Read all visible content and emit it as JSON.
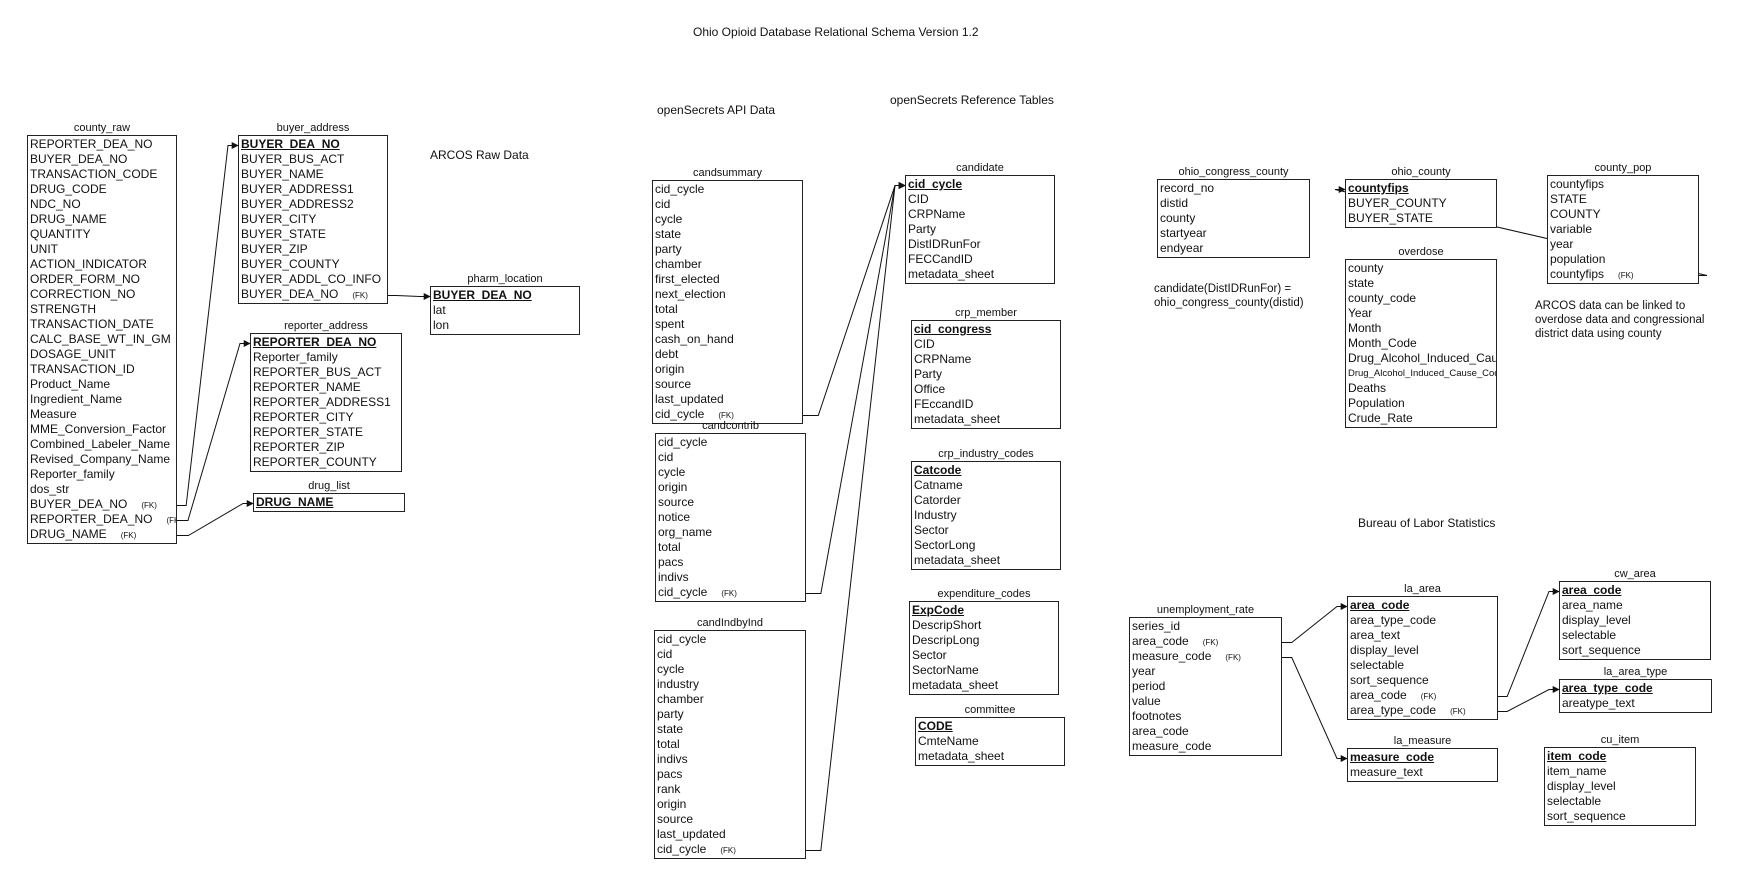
{
  "title": "Ohio Opioid Database Relational Schema Version 1.2",
  "labels": {
    "openSecrets_api": "openSecrets API Data",
    "openSecrets_ref": "openSecrets Reference Tables",
    "arcos_raw": "ARCOS Raw Data",
    "bls": "Bureau of Labor Statistics",
    "candidate_rule": [
      "candidate(DistIDRunFor) =",
      "ohio_congress_county(distid)"
    ],
    "arcos_note": [
      "ARCOS data can be linked to",
      "overdose data and congressional",
      "district data using county"
    ]
  },
  "tables": [
    {
      "name": "county_raw",
      "rows": [
        {
          "n": "REPORTER_DEA_NO"
        },
        {
          "n": "BUYER_DEA_NO"
        },
        {
          "n": "TRANSACTION_CODE"
        },
        {
          "n": "DRUG_CODE"
        },
        {
          "n": "NDC_NO"
        },
        {
          "n": "DRUG_NAME"
        },
        {
          "n": "QUANTITY"
        },
        {
          "n": "UNIT"
        },
        {
          "n": "ACTION_INDICATOR"
        },
        {
          "n": "ORDER_FORM_NO"
        },
        {
          "n": "CORRECTION_NO"
        },
        {
          "n": "STRENGTH"
        },
        {
          "n": "TRANSACTION_DATE"
        },
        {
          "n": "CALC_BASE_WT_IN_GM"
        },
        {
          "n": "DOSAGE_UNIT"
        },
        {
          "n": "TRANSACTION_ID"
        },
        {
          "n": "Product_Name"
        },
        {
          "n": "Ingredient_Name"
        },
        {
          "n": "Measure"
        },
        {
          "n": "MME_Conversion_Factor"
        },
        {
          "n": "Combined_Labeler_Name"
        },
        {
          "n": "Revised_Company_Name"
        },
        {
          "n": "Reporter_family"
        },
        {
          "n": "dos_str"
        },
        {
          "n": "BUYER_DEA_NO",
          "fk": "(FK)"
        },
        {
          "n": "REPORTER_DEA_NO",
          "fk": "(FK)"
        },
        {
          "n": "DRUG_NAME",
          "fk": "(FK)"
        }
      ]
    },
    {
      "name": "buyer_address",
      "rows": [
        {
          "n": "BUYER_DEA_NO",
          "pk": true
        },
        {
          "n": "BUYER_BUS_ACT"
        },
        {
          "n": "BUYER_NAME"
        },
        {
          "n": "BUYER_ADDRESS1"
        },
        {
          "n": "BUYER_ADDRESS2"
        },
        {
          "n": "BUYER_CITY"
        },
        {
          "n": "BUYER_STATE"
        },
        {
          "n": "BUYER_ZIP"
        },
        {
          "n": "BUYER_COUNTY"
        },
        {
          "n": "BUYER_ADDL_CO_INFO"
        },
        {
          "n": "BUYER_DEA_NO",
          "fk": "(FK)"
        }
      ]
    },
    {
      "name": "pharm_location",
      "rows": [
        {
          "n": "BUYER_DEA_NO",
          "pk": true
        },
        {
          "n": "lat"
        },
        {
          "n": "lon"
        }
      ]
    },
    {
      "name": "reporter_address",
      "rows": [
        {
          "n": "REPORTER_DEA_NO",
          "pk": true
        },
        {
          "n": "Reporter_family"
        },
        {
          "n": "REPORTER_BUS_ACT"
        },
        {
          "n": "REPORTER_NAME"
        },
        {
          "n": "REPORTER_ADDRESS1"
        },
        {
          "n": "REPORTER_CITY"
        },
        {
          "n": "REPORTER_STATE"
        },
        {
          "n": "REPORTER_ZIP"
        },
        {
          "n": "REPORTER_COUNTY"
        }
      ]
    },
    {
      "name": "drug_list",
      "rows": [
        {
          "n": "DRUG_NAME",
          "pk": true
        }
      ]
    },
    {
      "name": "candsummary",
      "rows": [
        {
          "n": "cid_cycle"
        },
        {
          "n": "cid"
        },
        {
          "n": "cycle"
        },
        {
          "n": "state"
        },
        {
          "n": "party"
        },
        {
          "n": "chamber"
        },
        {
          "n": "first_elected"
        },
        {
          "n": "next_election"
        },
        {
          "n": "total"
        },
        {
          "n": "spent"
        },
        {
          "n": "cash_on_hand"
        },
        {
          "n": "debt"
        },
        {
          "n": "origin"
        },
        {
          "n": "source"
        },
        {
          "n": "last_updated"
        },
        {
          "n": "cid_cycle",
          "fk": "(FK)"
        }
      ]
    },
    {
      "name": "candcontrib",
      "rows": [
        {
          "n": "cid_cycle"
        },
        {
          "n": "cid"
        },
        {
          "n": "cycle"
        },
        {
          "n": "origin"
        },
        {
          "n": "source"
        },
        {
          "n": "notice"
        },
        {
          "n": "org_name"
        },
        {
          "n": "total"
        },
        {
          "n": "pacs"
        },
        {
          "n": "indivs"
        },
        {
          "n": "cid_cycle",
          "fk": "(FK)"
        }
      ]
    },
    {
      "name": "candIndbyInd",
      "rows": [
        {
          "n": "cid_cycle"
        },
        {
          "n": "cid"
        },
        {
          "n": "cycle"
        },
        {
          "n": "industry"
        },
        {
          "n": "chamber"
        },
        {
          "n": "party"
        },
        {
          "n": "state"
        },
        {
          "n": "total"
        },
        {
          "n": "indivs"
        },
        {
          "n": "pacs"
        },
        {
          "n": "rank"
        },
        {
          "n": "origin"
        },
        {
          "n": "source"
        },
        {
          "n": "last_updated"
        },
        {
          "n": "cid_cycle",
          "fk": "(FK)"
        }
      ]
    },
    {
      "name": "candidate",
      "rows": [
        {
          "n": "cid_cycle",
          "pk": true
        },
        {
          "n": "CID"
        },
        {
          "n": "CRPName"
        },
        {
          "n": "Party"
        },
        {
          "n": "DistIDRunFor"
        },
        {
          "n": "FECCandID"
        },
        {
          "n": "metadata_sheet"
        }
      ]
    },
    {
      "name": "crp_member",
      "rows": [
        {
          "n": "cid_congress",
          "pk": true
        },
        {
          "n": "CID"
        },
        {
          "n": "CRPName"
        },
        {
          "n": "Party"
        },
        {
          "n": "Office"
        },
        {
          "n": "FEccandID"
        },
        {
          "n": "metadata_sheet"
        }
      ]
    },
    {
      "name": "crp_industry_codes",
      "rows": [
        {
          "n": "Catcode",
          "pk": true
        },
        {
          "n": "Catname"
        },
        {
          "n": "Catorder"
        },
        {
          "n": "Industry"
        },
        {
          "n": "Sector"
        },
        {
          "n": "SectorLong"
        },
        {
          "n": "metadata_sheet"
        }
      ]
    },
    {
      "name": "expenditure_codes",
      "rows": [
        {
          "n": "ExpCode",
          "pk": true
        },
        {
          "n": "DescripShort"
        },
        {
          "n": "DescripLong"
        },
        {
          "n": "Sector"
        },
        {
          "n": "SectorName"
        },
        {
          "n": "metadata_sheet"
        }
      ]
    },
    {
      "name": "committee",
      "rows": [
        {
          "n": "CODE",
          "pk": true
        },
        {
          "n": "CmteName"
        },
        {
          "n": "metadata_sheet"
        }
      ]
    },
    {
      "name": "ohio_congress_county",
      "rows": [
        {
          "n": "record_no"
        },
        {
          "n": "distid"
        },
        {
          "n": "county"
        },
        {
          "n": "startyear"
        },
        {
          "n": "endyear"
        }
      ]
    },
    {
      "name": "ohio_county",
      "rows": [
        {
          "n": "countyfips",
          "pk": true
        },
        {
          "n": "BUYER_COUNTY"
        },
        {
          "n": "BUYER_STATE"
        }
      ]
    },
    {
      "name": "county_pop",
      "rows": [
        {
          "n": "countyfips"
        },
        {
          "n": "STATE"
        },
        {
          "n": "COUNTY"
        },
        {
          "n": "variable"
        },
        {
          "n": "year"
        },
        {
          "n": "population"
        },
        {
          "n": "countyfips",
          "fk": "(FK)"
        }
      ]
    },
    {
      "name": "overdose",
      "rows": [
        {
          "n": "county"
        },
        {
          "n": "state"
        },
        {
          "n": "county_code"
        },
        {
          "n": "Year"
        },
        {
          "n": "Month"
        },
        {
          "n": "Month_Code"
        },
        {
          "n": "Drug_Alcohol_Induced_Cause"
        },
        {
          "n": "Drug_Alcohol_Induced_Cause_Code",
          "small": true
        },
        {
          "n": "Deaths"
        },
        {
          "n": "Population"
        },
        {
          "n": "Crude_Rate"
        }
      ]
    },
    {
      "name": "unemployment_rate",
      "rows": [
        {
          "n": "series_id"
        },
        {
          "n": "area_code",
          "fk": "(FK)"
        },
        {
          "n": "measure_code",
          "fk": "(FK)"
        },
        {
          "n": "year"
        },
        {
          "n": "period"
        },
        {
          "n": "value"
        },
        {
          "n": "footnotes"
        },
        {
          "n": "area_code"
        },
        {
          "n": "measure_code"
        }
      ]
    },
    {
      "name": "la_area",
      "rows": [
        {
          "n": "area_code",
          "pk": true
        },
        {
          "n": "area_type_code"
        },
        {
          "n": "area_text"
        },
        {
          "n": "display_level"
        },
        {
          "n": "selectable"
        },
        {
          "n": "sort_sequence"
        },
        {
          "n": "area_code",
          "fk": "(FK)"
        },
        {
          "n": "area_type_code",
          "fk": "(FK)"
        }
      ]
    },
    {
      "name": "cw_area",
      "rows": [
        {
          "n": "area_code",
          "pk": true
        },
        {
          "n": "area_name"
        },
        {
          "n": "display_level"
        },
        {
          "n": "selectable"
        },
        {
          "n": "sort_sequence"
        }
      ]
    },
    {
      "name": "la_area_type",
      "rows": [
        {
          "n": "area_type_code",
          "pk": true
        },
        {
          "n": "areatype_text"
        }
      ]
    },
    {
      "name": "la_measure",
      "rows": [
        {
          "n": "measure_code",
          "pk": true
        },
        {
          "n": "measure_text"
        }
      ]
    },
    {
      "name": "cu_item",
      "rows": [
        {
          "n": "item_code",
          "pk": true
        },
        {
          "n": "item_name"
        },
        {
          "n": "display_level"
        },
        {
          "n": "selectable"
        },
        {
          "n": "sort_sequence"
        }
      ]
    }
  ],
  "relationships": [
    {
      "from": "county_raw",
      "from_row": 24,
      "to": "buyer_address"
    },
    {
      "from": "county_raw",
      "from_row": 25,
      "to": "reporter_address"
    },
    {
      "from": "county_raw",
      "from_row": 26,
      "to": "drug_list"
    },
    {
      "from": "buyer_address",
      "from_row": 10,
      "to": "pharm_location"
    },
    {
      "from": "candsummary",
      "from_row": 15,
      "to": "candidate"
    },
    {
      "from": "candcontrib",
      "from_row": 10,
      "to": "candidate"
    },
    {
      "from": "candIndbyInd",
      "from_row": 14,
      "to": "candidate"
    },
    {
      "from": "county_pop",
      "from_row": 6,
      "to": "ohio_county"
    },
    {
      "from": "unemployment_rate",
      "from_row": 1,
      "to": "la_area"
    },
    {
      "from": "unemployment_rate",
      "from_row": 2,
      "to": "la_measure"
    },
    {
      "from": "la_area",
      "from_row": 6,
      "to": "cw_area"
    },
    {
      "from": "la_area",
      "from_row": 7,
      "to": "la_area_type"
    }
  ]
}
